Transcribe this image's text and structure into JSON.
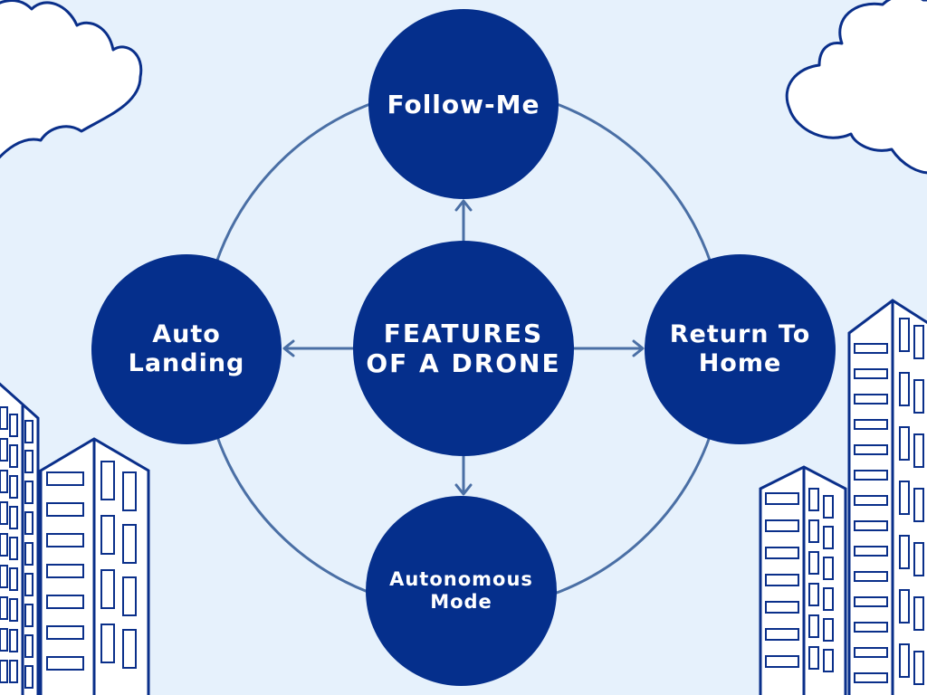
{
  "diagram": {
    "center": {
      "line1": "FEATURES",
      "line2": "OF A DRONE"
    },
    "features": {
      "top": {
        "line1": "Follow-Me"
      },
      "left": {
        "line1": "Auto",
        "line2": "Landing"
      },
      "right": {
        "line1": "Return To",
        "line2": "Home"
      },
      "bottom": {
        "line1": "Autonomous",
        "line2": "Mode"
      }
    }
  },
  "colors": {
    "background": "#e6f1fc",
    "node_fill": "#052f8c",
    "connector": "#4a6fa5",
    "illustration_stroke": "#0a2f8a",
    "node_text": "#ffffff"
  },
  "icons": [
    "cloud-icon",
    "building-icon",
    "arrow-icon"
  ]
}
